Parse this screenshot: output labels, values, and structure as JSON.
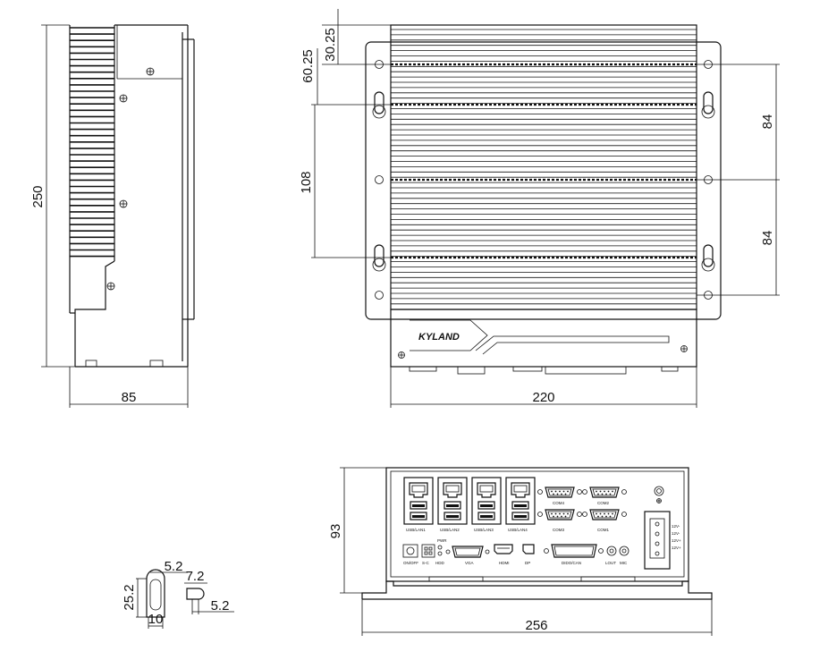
{
  "side_view": {
    "height_dim": "250",
    "width_dim": "85"
  },
  "top_view": {
    "dim_top_1": "30.25",
    "dim_top_2": "60.25",
    "dim_left": "108",
    "dim_right_1": "84",
    "dim_right_2": "84",
    "dim_bottom": "220",
    "brand_logo": "KYLAND"
  },
  "slot_detail": {
    "dim_a": "5.2",
    "dim_b": "7.2",
    "dim_c": "25.2",
    "dim_d": "10",
    "dim_e": "5.2"
  },
  "front_view": {
    "height_dim": "93",
    "width_dim": "256",
    "ports": {
      "usb_lan1": "USB/LAN1",
      "usb_lan2": "USB/LAN2",
      "usb_lan3": "USB/LAN3",
      "usb_lan4": "USB/LAN4",
      "com4": "COM4",
      "com2": "COM2",
      "com3": "COM3",
      "com1": "COM1",
      "on_off": "ON/OFF",
      "s_c": "S-C",
      "hdd": "HDD",
      "pwr": "PWR",
      "vga": "VGA",
      "hdmi": "HDMI",
      "dp": "DP",
      "dido_can": "DIDO/CAN",
      "lout": "LOUT",
      "mic": "MIC"
    },
    "terminal_labels": [
      "12V-",
      "12V-",
      "12V+",
      "12V+"
    ]
  }
}
